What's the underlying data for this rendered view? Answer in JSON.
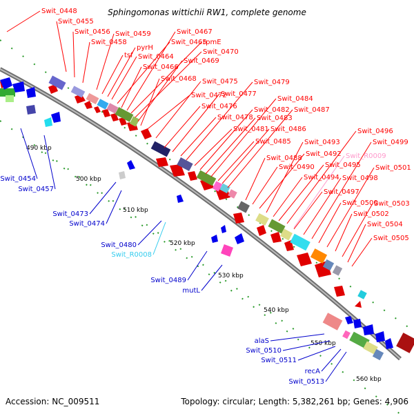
{
  "title": "Sphingomonas wittichii RW1, complete genome",
  "accession": "Accession: NC_009511",
  "topology_info": "Topology: circular; Length: 5,382,261 bp; Genes: 4,906",
  "colors": {
    "forward_label": "#ff0000",
    "reverse_label": "#0000cc",
    "rna_label_cyan": "#33ccee",
    "rna_label_pink": "#ff99cc",
    "dotted_track": "#2a9a2a",
    "backbone": "#8c8c8c"
  },
  "scale_ticks": [
    "490 kbp",
    "500 kbp",
    "510 kbp",
    "520 kbp",
    "530 kbp",
    "540 kbp",
    "550 kbp",
    "560 kbp"
  ],
  "forward_labels": [
    "Swit_0448",
    "Swit_0455",
    "Swit_0456",
    "Swit_0458",
    "Swit_0459",
    "tsf",
    "pyrH",
    "Swit_0464",
    "Swit_0465",
    "Swit_0466",
    "Swit_0467",
    "rpmE",
    "Swit_0470",
    "Swit_0469",
    "Swit_0468",
    "Swit_0472",
    "Swit_0475",
    "Swit_0476",
    "Swit_0477",
    "Swit_0478",
    "Swit_0479",
    "Swit_0481",
    "Swit_0482",
    "Swit_0483",
    "Swit_0484",
    "Swit_0485",
    "Swit_0486",
    "Swit_0487",
    "Swit_0488",
    "Swit_0490",
    "Swit_0492",
    "Swit_0493",
    "Swit_0494",
    "Swit_0495",
    "Swit_0496",
    "Swit_0497",
    "Swit_0498",
    "Swit_0499",
    "Swit_0500",
    "Swit_0501",
    "Swit_0502",
    "Swit_0503",
    "Swit_0504",
    "Swit_0505"
  ],
  "rna_labels": [
    "Swit_R0009",
    "Swit_R0008"
  ],
  "reverse_labels": [
    "Swit_0454",
    "Swit_0457",
    "Swit_0473",
    "Swit_0474",
    "Swit_0480",
    "Swit_0489",
    "mutL",
    "alaS",
    "Swit_0510",
    "Swit_0511",
    "recA",
    "Swit_0513"
  ]
}
